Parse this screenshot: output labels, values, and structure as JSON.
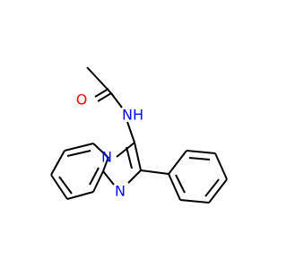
{
  "diagram": {
    "type": "chemical-structure",
    "background": "#ffffff",
    "bond_color": "#000000",
    "atom_labels": [
      {
        "key": "oxygen",
        "text": "O",
        "color": "#ff0000"
      },
      {
        "key": "amide_nitrogen",
        "text": "NH",
        "color": "#0000ff"
      },
      {
        "key": "bridgehead_nitrogen",
        "text": "N",
        "color": "#0000ff"
      },
      {
        "key": "imidazole_nitrogen",
        "text": "N",
        "color": "#0000ff"
      }
    ]
  }
}
